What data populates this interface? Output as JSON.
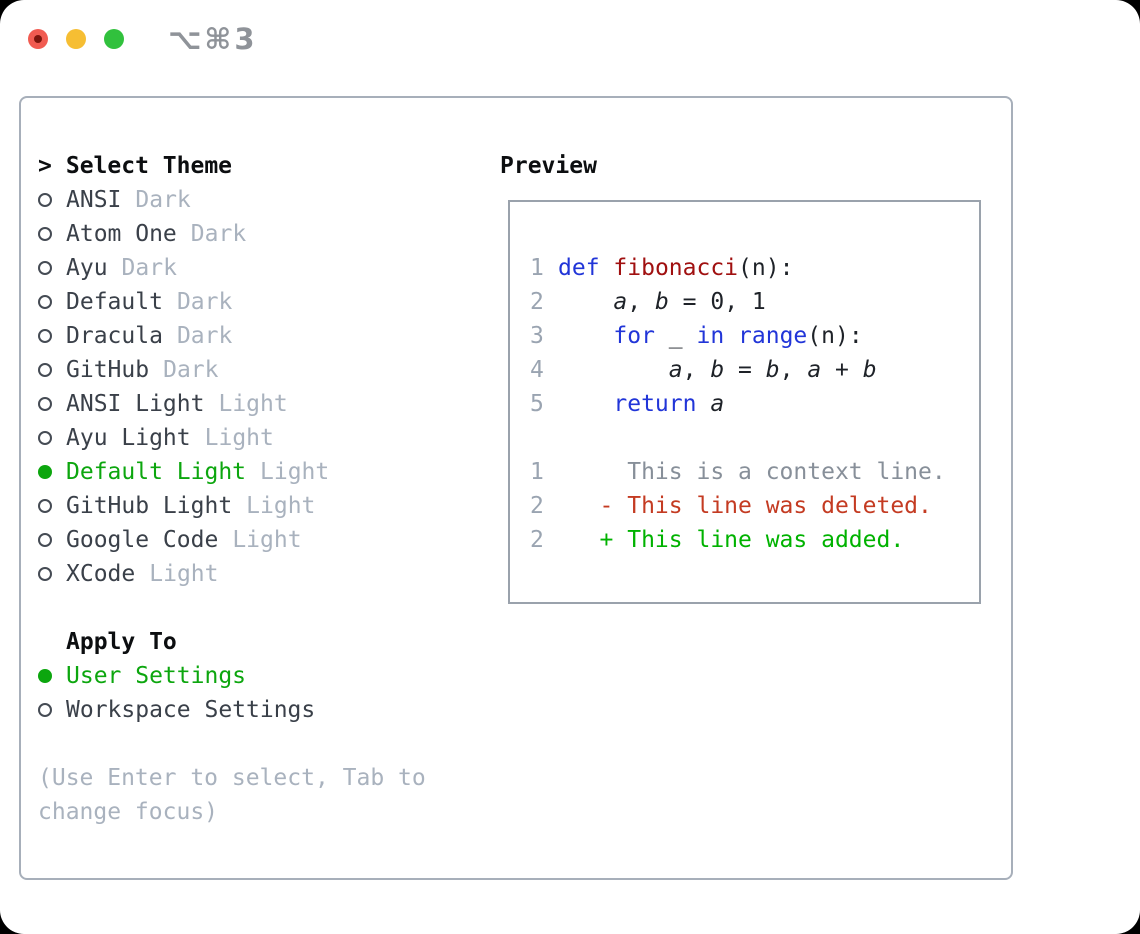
{
  "window": {
    "shortcut_label": "⌥⌘3",
    "traffic_lights": {
      "close_color": "#f15b51",
      "minimize_color": "#f6be33",
      "zoom_color": "#31c13d"
    }
  },
  "theme_selector": {
    "prompt": ">",
    "header": "Select Theme",
    "items": [
      {
        "name": "ANSI",
        "tag": "Dark",
        "selected": false
      },
      {
        "name": "Atom One",
        "tag": "Dark",
        "selected": false
      },
      {
        "name": "Ayu",
        "tag": "Dark",
        "selected": false
      },
      {
        "name": "Default",
        "tag": "Dark",
        "selected": false
      },
      {
        "name": "Dracula",
        "tag": "Dark",
        "selected": false
      },
      {
        "name": "GitHub",
        "tag": "Dark",
        "selected": false
      },
      {
        "name": "ANSI Light",
        "tag": "Light",
        "selected": false
      },
      {
        "name": "Ayu Light",
        "tag": "Light",
        "selected": false
      },
      {
        "name": "Default Light",
        "tag": "Light",
        "selected": true
      },
      {
        "name": "GitHub Light",
        "tag": "Light",
        "selected": false
      },
      {
        "name": "Google Code",
        "tag": "Light",
        "selected": false
      },
      {
        "name": "XCode",
        "tag": "Light",
        "selected": false
      }
    ],
    "selected_color": "#0ca60e"
  },
  "apply_to": {
    "header": "Apply To",
    "options": [
      {
        "label": "User Settings",
        "selected": true
      },
      {
        "label": "Workspace Settings",
        "selected": false
      }
    ]
  },
  "hint": "(Use Enter to select, Tab to change focus)",
  "preview": {
    "title": "Preview",
    "code_lines": [
      {
        "num": "1",
        "tokens": [
          {
            "t": "def"
          },
          {
            "t": " "
          },
          {
            "t": "fibonacci"
          },
          {
            "t": "(n):"
          }
        ]
      },
      {
        "num": "2",
        "tokens": [
          {
            "t": "    "
          },
          {
            "t": "a"
          },
          {
            "t": ", "
          },
          {
            "t": "b"
          },
          {
            "t": " = 0, 1"
          }
        ]
      },
      {
        "num": "3",
        "tokens": [
          {
            "t": "    "
          },
          {
            "t": "for"
          },
          {
            "t": " _ "
          },
          {
            "t": "in"
          },
          {
            "t": " "
          },
          {
            "t": "range"
          },
          {
            "t": "(n):"
          }
        ]
      },
      {
        "num": "4",
        "tokens": [
          {
            "t": "        "
          },
          {
            "t": "a"
          },
          {
            "t": ", "
          },
          {
            "t": "b"
          },
          {
            "t": " = "
          },
          {
            "t": "b"
          },
          {
            "t": ", "
          },
          {
            "t": "a"
          },
          {
            "t": " + "
          },
          {
            "t": "b"
          }
        ]
      },
      {
        "num": "5",
        "tokens": [
          {
            "t": "    "
          },
          {
            "t": "return"
          },
          {
            "t": " "
          },
          {
            "t": "a"
          }
        ]
      }
    ],
    "diff_lines": [
      {
        "num": "1",
        "text": "     This is a context line.",
        "kind": "context"
      },
      {
        "num": "2",
        "text": "   - This line was deleted.",
        "kind": "deleted"
      },
      {
        "num": "2",
        "text": "   + This line was added.",
        "kind": "added"
      }
    ],
    "colors": {
      "keyword": "#2135d8",
      "function": "#a01010",
      "deleted": "#c43b22",
      "added": "#00b200",
      "context": "#878f99",
      "line_number": "#9aa4b1"
    }
  }
}
